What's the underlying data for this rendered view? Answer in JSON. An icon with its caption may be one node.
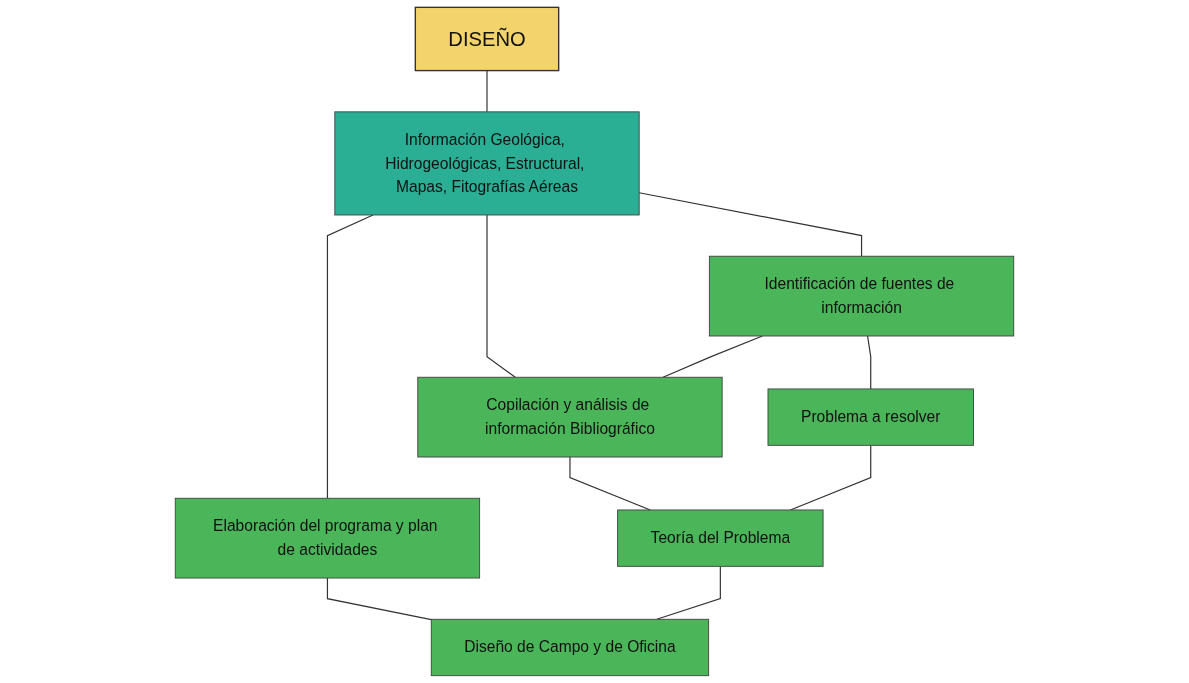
{
  "diagram": {
    "nodes": [
      {
        "text": [
          "DISEÑO"
        ]
      },
      {
        "text": [
          "Información Geológica, Hidrogeológicas, Estructural, Mapas, Fitografías Aéreas"
        ]
      },
      {
        "text": [
          "Identificación de fuentes de información"
        ]
      },
      {
        "text": [
          "Copilación y análisis de información Bibliográfico"
        ]
      },
      {
        "text": [
          "Elaboración del programa y plan de actividades"
        ]
      },
      {
        "text": [
          "Problema a resolver"
        ]
      },
      {
        "text": [
          "Teoría del Problema"
        ]
      },
      {
        "text": [
          "Diseño de Campo y de Oficina"
        ]
      }
    ],
    "edges": [
      {
        "from": 0,
        "to": 1,
        "arrow": "none"
      },
      {
        "from": 1,
        "to": 2,
        "arrow": "none"
      },
      {
        "from": 1,
        "to": 3,
        "arrow": "none"
      },
      {
        "from": 1,
        "to": 4,
        "arrow": "none"
      },
      {
        "from": 2,
        "to": 3,
        "arrow": "none"
      },
      {
        "from": 2,
        "to": 5,
        "arrow": "none"
      },
      {
        "from": 3,
        "to": 6,
        "arrow": "none"
      },
      {
        "from": 4,
        "to": 7,
        "arrow": "none"
      },
      {
        "from": 5,
        "to": 6,
        "arrow": "none"
      },
      {
        "from": 6,
        "to": 7,
        "arrow": "none"
      }
    ]
  }
}
